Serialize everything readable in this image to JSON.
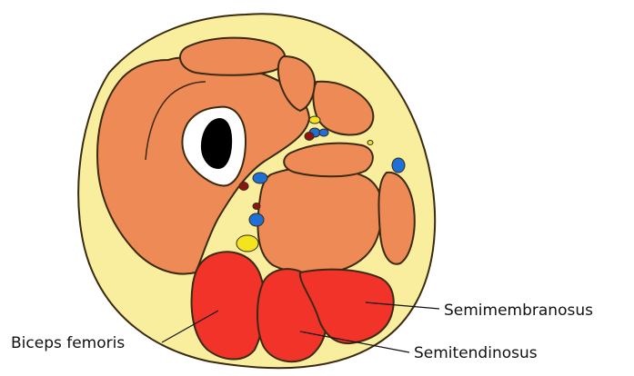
{
  "labels": {
    "semimembranosus": "Semimembranosus",
    "semitendinosus": "Semitendinosus",
    "biceps_femoris": "Biceps femoris"
  },
  "colors": {
    "fat": "#F8EE9E",
    "anterior_muscle": "#EE8A55",
    "hamstring_muscle": "#F2332A",
    "fascia_line": "#3a2a10",
    "bone_marrow": "#000000",
    "cortical_bone": "#ffffff",
    "vein": "#1E6FD8",
    "artery": "#8B1414",
    "nerve": "#F2E41F"
  }
}
